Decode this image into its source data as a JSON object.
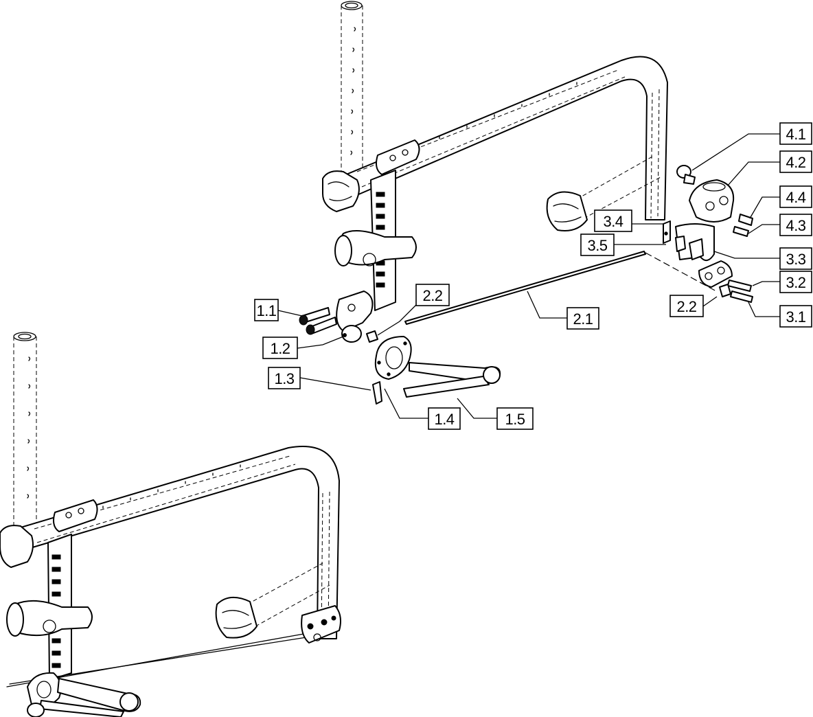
{
  "callouts": [
    {
      "id": "c-1-1",
      "text": "1.1"
    },
    {
      "id": "c-1-2",
      "text": "1.2"
    },
    {
      "id": "c-1-3",
      "text": "1.3"
    },
    {
      "id": "c-1-4",
      "text": "1.4"
    },
    {
      "id": "c-1-5",
      "text": "1.5"
    },
    {
      "id": "c-2-2a",
      "text": "2.2"
    },
    {
      "id": "c-2-1",
      "text": "2.1"
    },
    {
      "id": "c-2-2b",
      "text": "2.2"
    },
    {
      "id": "c-3-4",
      "text": "3.4"
    },
    {
      "id": "c-3-5",
      "text": "3.5"
    },
    {
      "id": "c-3-3",
      "text": "3.3"
    },
    {
      "id": "c-3-2",
      "text": "3.2"
    },
    {
      "id": "c-3-1",
      "text": "3.1"
    },
    {
      "id": "c-4-1",
      "text": "4.1"
    },
    {
      "id": "c-4-2",
      "text": "4.2"
    },
    {
      "id": "c-4-4",
      "text": "4.4"
    },
    {
      "id": "c-4-3",
      "text": "4.3"
    }
  ],
  "colors": {
    "line": "#000000",
    "background": "#ffffff"
  }
}
